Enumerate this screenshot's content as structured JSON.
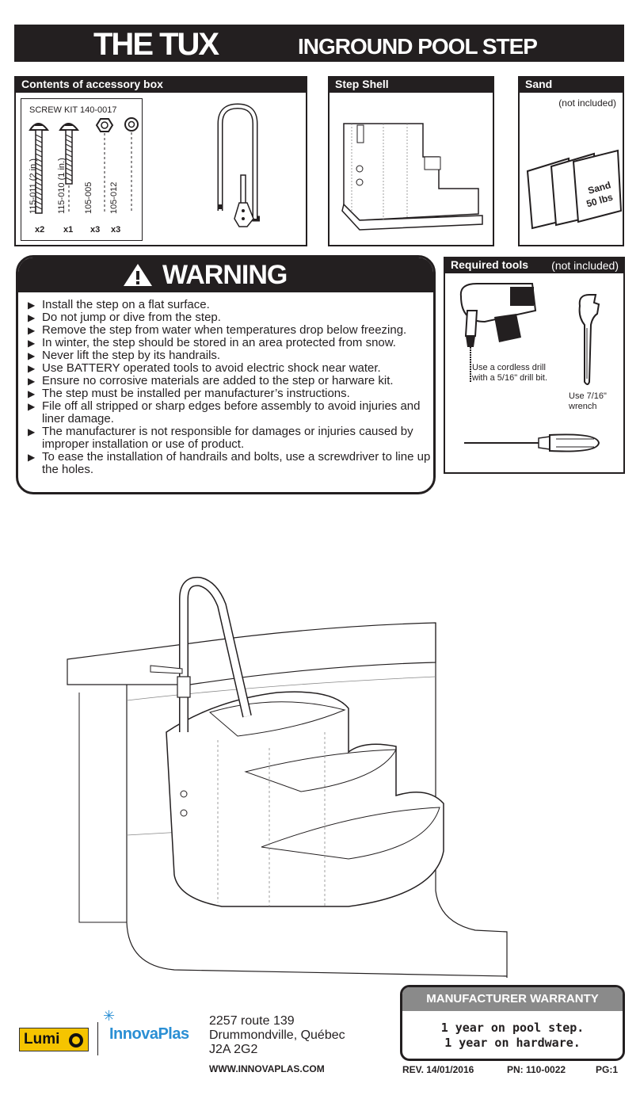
{
  "header": {
    "title": "THE TUX",
    "subtitle": "INGROUND POOL STEP"
  },
  "accessory_box": {
    "title": "Contents of accessory box",
    "kit_label": "SCREW KIT 140-0017",
    "parts": [
      {
        "number": "115-011 (2 in.)",
        "qty": "x2"
      },
      {
        "number": "115-010 (1 in.)",
        "qty": "x1"
      },
      {
        "number": "105-005",
        "qty": "x3"
      },
      {
        "number": "105-012",
        "qty": "x3"
      }
    ]
  },
  "step_shell": {
    "title": "Step Shell"
  },
  "sand": {
    "title": "Sand",
    "note": "(not included)",
    "bag_label_1": "Sand",
    "bag_label_2": "50 lbs"
  },
  "warning": {
    "title": "WARNING",
    "items": [
      "Install the step on a flat surface.",
      "Do not jump or dive from the step.",
      "Remove the step from water when temperatures drop below freezing.",
      "In winter, the step should be stored in an area protected from snow.",
      "Never lift the step by its handrails.",
      "Use BATTERY operated tools to avoid electric shock near water.",
      "Ensure no corrosive materials are added to the step or harware kit.",
      "The step must be installed per manufacturer’s instructions.",
      "File off all stripped or sharp edges before assembly to avoid injuries and liner damage.",
      "The manufacturer is not responsible for damages or injuries caused by improper installation or use of product.",
      "To ease the installation of handrails and bolts, use a screwdriver to line up the holes."
    ]
  },
  "tools": {
    "title": "Required tools",
    "note": "(not included)",
    "drill_note": "Use a cordless drill with a 5/16\" drill bit.",
    "wrench_note_1": "Use 7/16\"",
    "wrench_note_2": "wrench"
  },
  "warranty": {
    "title": "MANUFACTURER WARRANTY",
    "line1": "1 year on pool step.",
    "line2": "1 year on hardware."
  },
  "address": {
    "line1": "2257 route 139",
    "line2": "Drummondville, Québec",
    "line3": "J2A 2G2",
    "website": "WWW.INNOVAPLAS.COM"
  },
  "logos": {
    "lumi": "Lumi",
    "innovaplas": "InnovaPlas"
  },
  "footer": {
    "rev": "REV. 14/01/2016",
    "pn": "PN: 110-0022",
    "page": "PG:1"
  },
  "colors": {
    "ink": "#231f20",
    "warranty_bar": "#8a8a8a",
    "lumi_yellow": "#f5c400",
    "innovaplas_blue": "#2a8fd4"
  }
}
